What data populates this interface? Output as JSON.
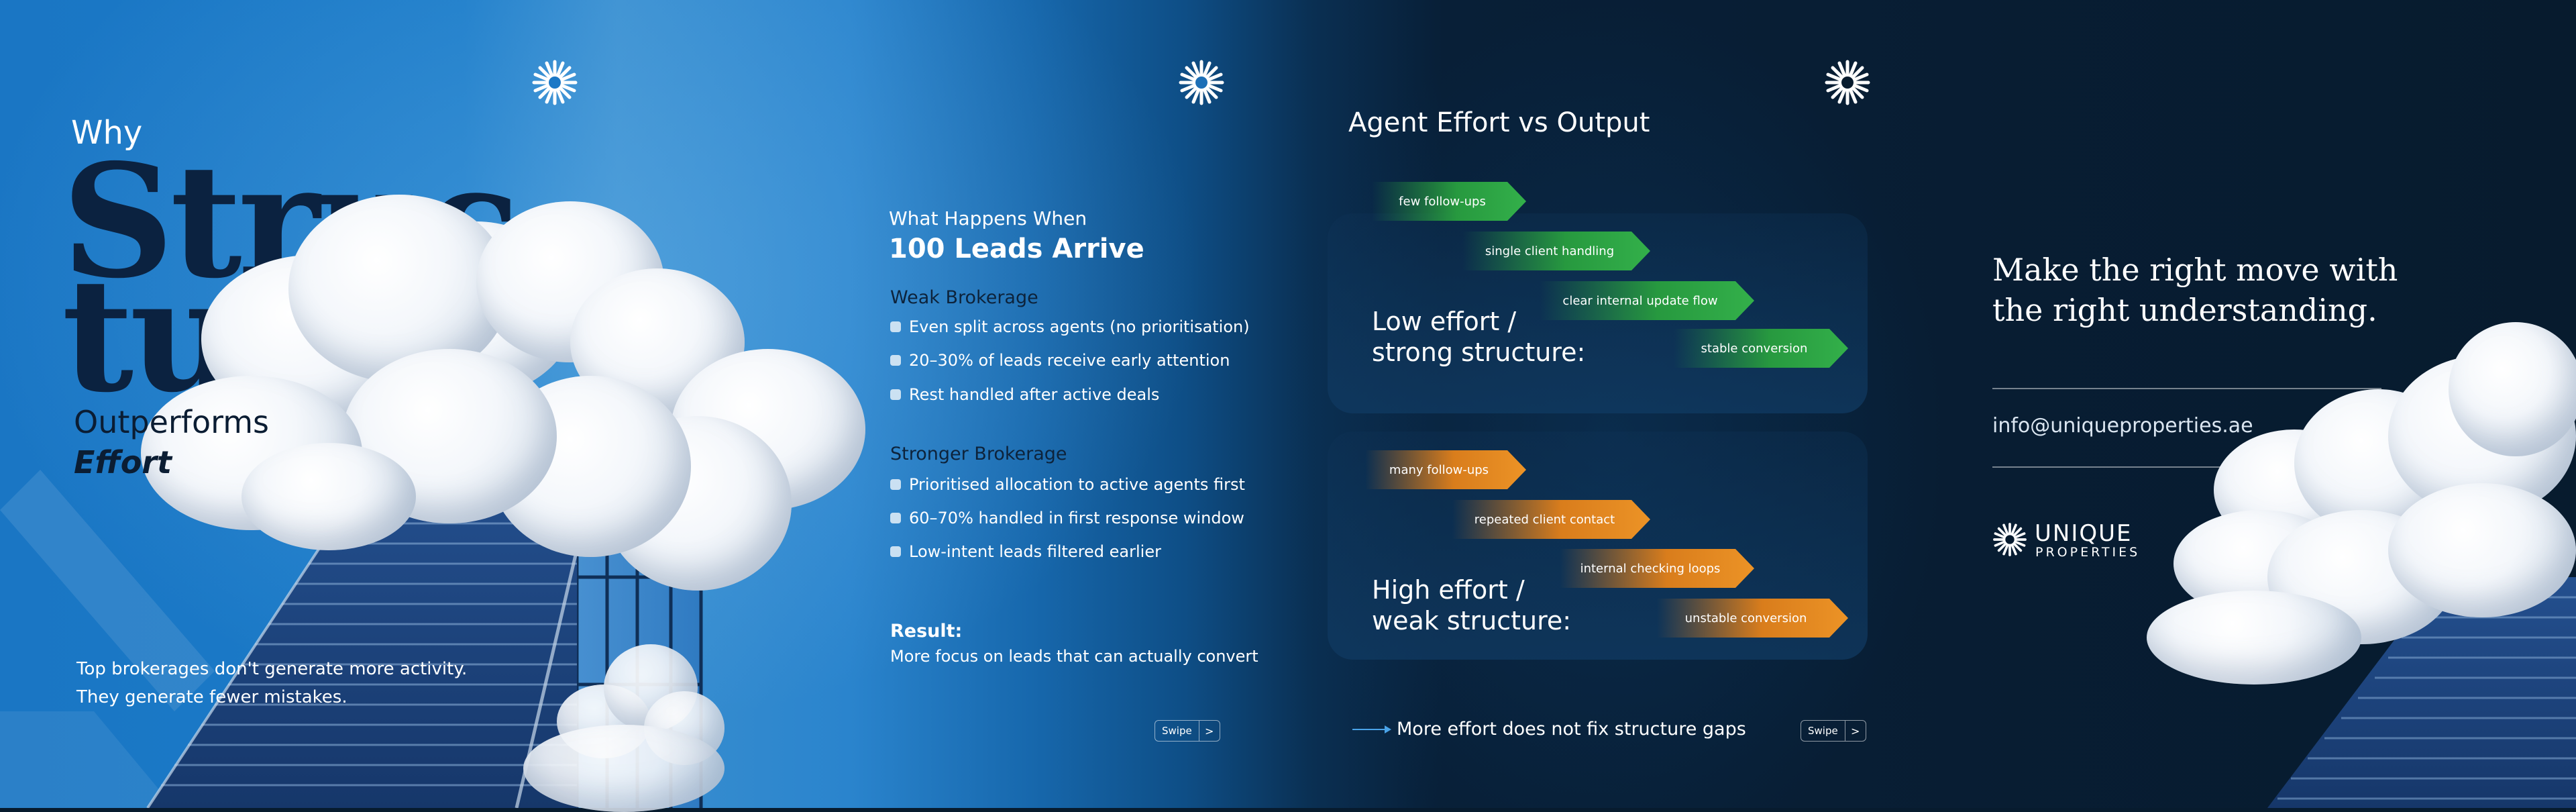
{
  "panel1": {
    "kicker": "Why",
    "title_line1": "Struc-",
    "title_line2": "ture",
    "subtitle": "Outperforms",
    "subtitle_emphasis": "Effort",
    "body_line1": "Top brokerages don't generate more activity.",
    "body_line2": "They generate fewer mistakes."
  },
  "panel2": {
    "kicker": "What Happens When",
    "headline": "100 Leads Arrive",
    "weak": {
      "heading": "Weak Brokerage",
      "items": [
        "Even split across agents (no prioritisation)",
        "20–30% of leads receive early attention",
        "Rest handled after active deals"
      ]
    },
    "strong": {
      "heading": "Stronger Brokerage",
      "items": [
        "Prioritised allocation to active agents first",
        "60–70% handled in first response window",
        "Low-intent leads filtered earlier"
      ]
    },
    "result_heading": "Result:",
    "result_text": "More focus on leads that can actually convert",
    "swipe_label": "Swipe",
    "swipe_arrow": ">"
  },
  "panel3": {
    "title": "Agent Effort vs Output",
    "box1": {
      "label_line1": "Low effort /",
      "label_line2": "strong structure:",
      "tags": [
        "few follow-ups",
        "single client handling",
        "clear internal update flow",
        "stable conversion"
      ],
      "color": "#2ea845"
    },
    "box2": {
      "label_line1": "High effort /",
      "label_line2": "weak structure:",
      "tags": [
        "many follow-ups",
        "repeated client contact",
        "internal checking loops",
        "unstable conversion"
      ],
      "color": "#e88a22"
    },
    "footer": "More effort does not fix structure gaps",
    "swipe_label": "Swipe",
    "swipe_arrow": ">"
  },
  "panel4": {
    "headline_line1": "Make the right move with",
    "headline_line2": "the right understanding.",
    "email": "info@uniqueproperties.ae",
    "brand_name": "UNIQUE",
    "brand_sub": "PROPERTIES"
  },
  "icons": {
    "logo": "snowflake-logo-icon",
    "arrow": "long-arrow-right-icon"
  },
  "colors": {
    "sky_blue": "#1b7bc8",
    "navy": "#071b2e",
    "title_navy": "#0b2240",
    "green": "#2ea845",
    "orange": "#e88a22"
  }
}
